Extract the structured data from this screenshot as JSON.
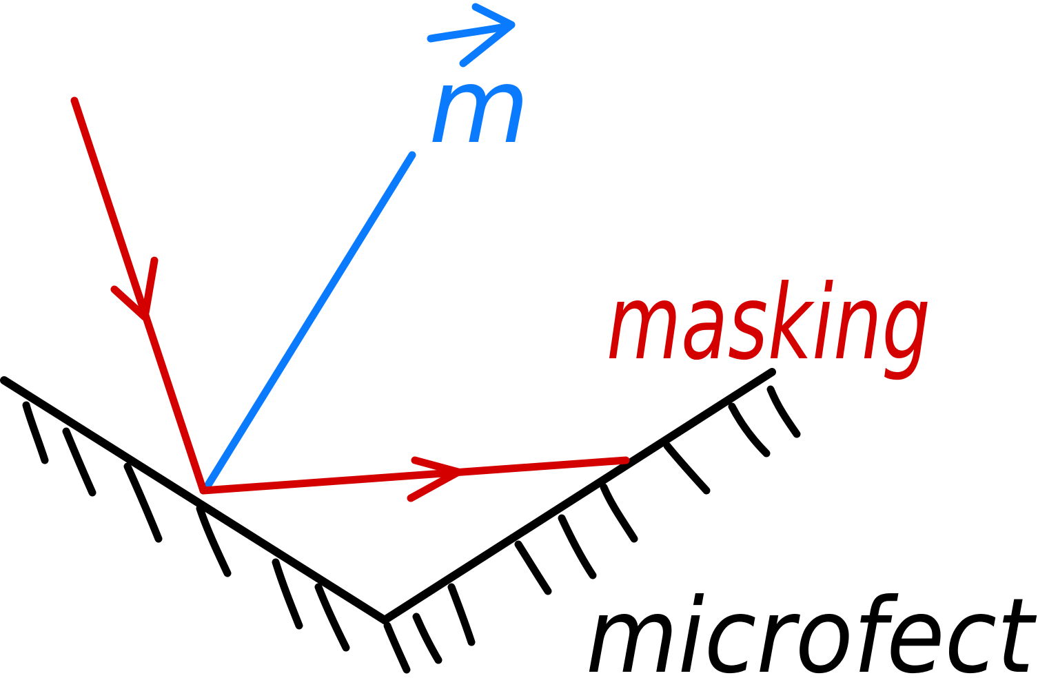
{
  "diagram": {
    "normal_label": "m",
    "masking_label": "masking",
    "surface_label": "microfect",
    "colors": {
      "surface": "#000000",
      "light_ray": "#d40000",
      "normal": "#0a7bff",
      "background": "#ffffff"
    },
    "icons": {
      "normal_vector_arrow": "vector-arrow-icon",
      "incident_arrow": "arrowhead-icon",
      "reflected_arrow": "arrowhead-icon"
    }
  }
}
